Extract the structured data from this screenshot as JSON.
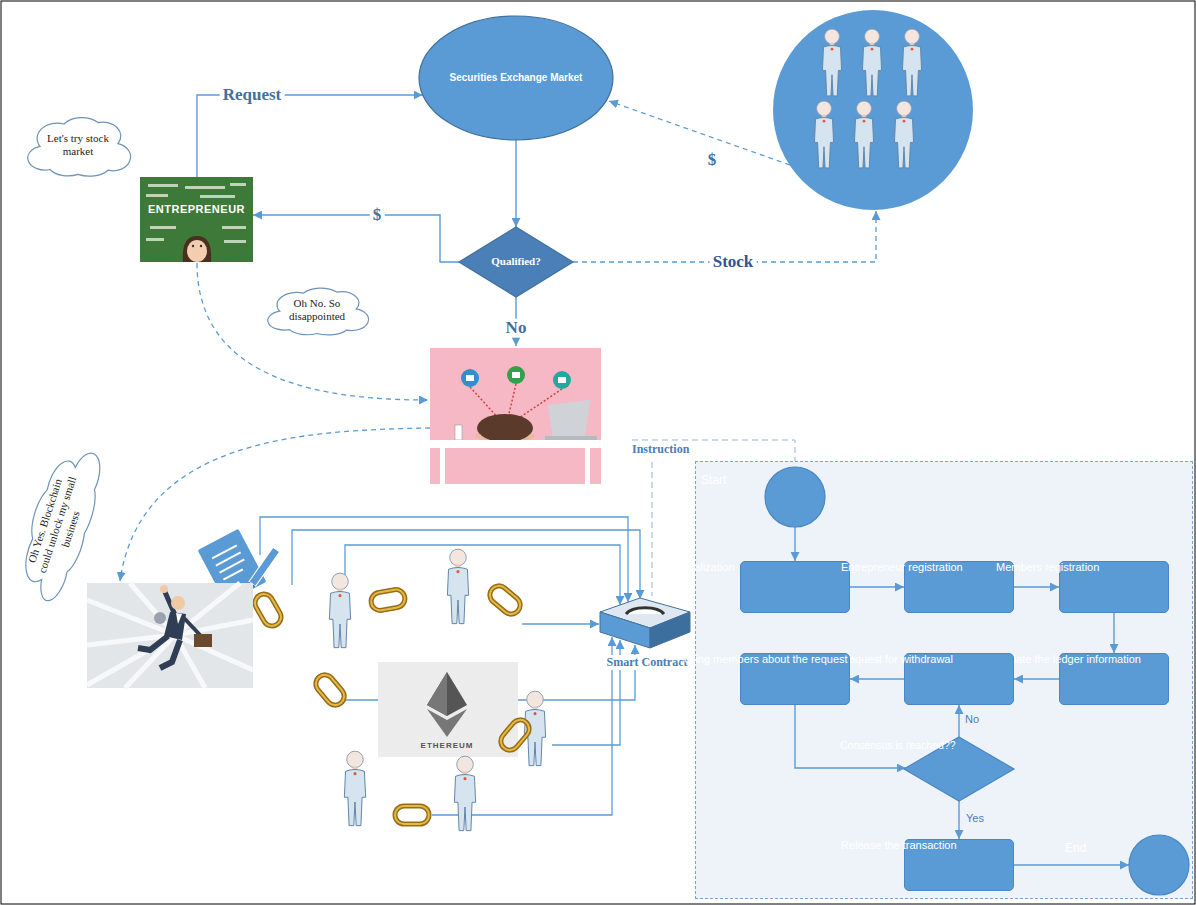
{
  "diagram": {
    "nodes": [
      {
        "text": [
          "Securities Exchange Market"
        ]
      },
      {
        "text": [
          "Let's try stock market"
        ]
      },
      {
        "text": [
          "ENTREPRENEUR"
        ]
      },
      {
        "text": [
          "Qualified?"
        ]
      },
      {
        "text": [
          "Oh No. So disappointed"
        ]
      },
      {
        "text": [
          "Oh Yes. Blockchain could unlock my small business"
        ]
      },
      {
        "text": [
          "Smart Contract"
        ]
      },
      {
        "text": [
          "Instruction"
        ]
      },
      {
        "text": [
          "Start"
        ],
        "in": 7
      },
      {
        "text": [
          "Initialization"
        ],
        "in": 7
      },
      {
        "text": [
          "Entrepreneur registration"
        ],
        "in": 7
      },
      {
        "text": [
          "Members registration"
        ],
        "in": 7
      },
      {
        "text": [
          "Update the ledger information"
        ],
        "in": 7
      },
      {
        "text": [
          "Request for withdrawal"
        ],
        "in": 7
      },
      {
        "text": [
          "Polling members about the request"
        ],
        "in": 7
      },
      {
        "text": [
          "Consensus is reached??"
        ],
        "in": 7
      },
      {
        "text": [
          "Release the transaction"
        ],
        "in": 7
      },
      {
        "text": [
          "End"
        ],
        "in": 7
      }
    ],
    "edges": [
      {
        "from": 2,
        "to": 0,
        "arrow": "to",
        "label": "Request"
      },
      {
        "from": 0,
        "to": 3,
        "arrow": "to"
      },
      {
        "from": 3,
        "to": 2,
        "arrow": "to",
        "label": "$"
      },
      {
        "from": 8,
        "to": 9,
        "arrow": "to"
      },
      {
        "from": 9,
        "to": 10,
        "arrow": "to"
      },
      {
        "from": 10,
        "to": 11,
        "arrow": "to"
      },
      {
        "from": 11,
        "to": 12,
        "arrow": "to"
      },
      {
        "from": 12,
        "to": 13,
        "arrow": "to"
      },
      {
        "from": 13,
        "to": 14,
        "arrow": "to"
      },
      {
        "from": 14,
        "to": 15,
        "arrow": "to"
      },
      {
        "from": 15,
        "to": 13,
        "arrow": "to",
        "label": "No"
      },
      {
        "from": 15,
        "to": 16,
        "arrow": "to",
        "label": "Yes"
      },
      {
        "from": 16,
        "to": 17,
        "arrow": "to"
      }
    ],
    "labels": [
      "$",
      "Stock",
      "No",
      "ETHEREUM"
    ]
  }
}
